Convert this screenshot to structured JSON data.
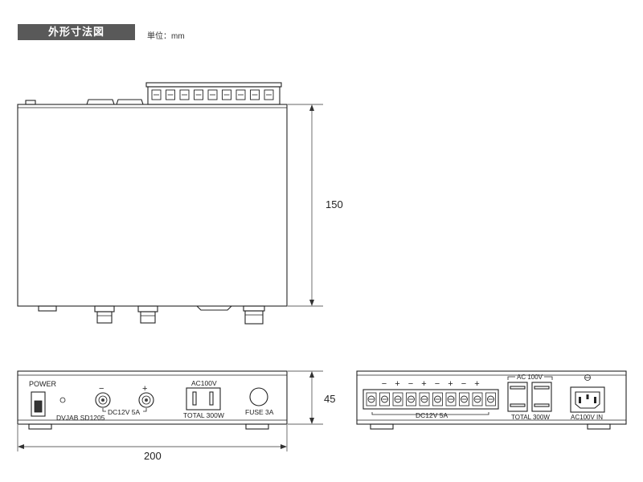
{
  "header": {
    "title": "外形寸法図",
    "unit": "単位：mm"
  },
  "dimensions": {
    "depth": "150",
    "height": "45",
    "width": "200"
  },
  "front_panel": {
    "power": "POWER",
    "dc_output": "DC12V  5A",
    "ac_output": "AC100V",
    "ac_total": "TOTAL  300W",
    "fuse": "FUSE  3A",
    "model": "DVJAB SD1205",
    "minus": "−",
    "plus": "+"
  },
  "rear_panel": {
    "terminal_signs": [
      "−",
      "+",
      "−",
      "+",
      "−",
      "+",
      "−",
      "+"
    ],
    "dc_output": "DC12V  5A",
    "ac_output": "AC 100V",
    "ac_total": "TOTAL 300W",
    "ac_input": "AC100V  IN"
  }
}
